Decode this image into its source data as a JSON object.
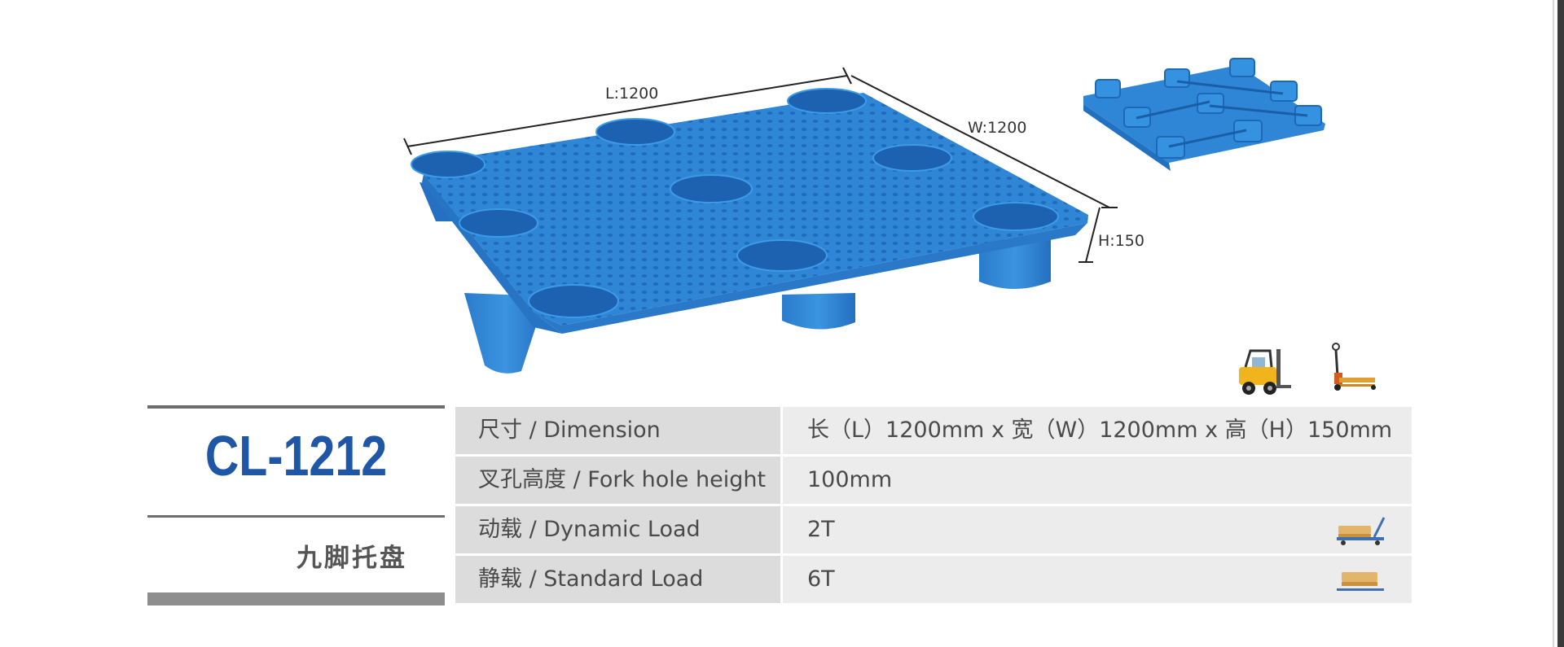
{
  "product": {
    "dimension_labels": {
      "length": "L:1200",
      "width": "W:1200",
      "height": "H:150"
    }
  },
  "model": {
    "code": "CL-1212",
    "name": "九脚托盘"
  },
  "specs": [
    {
      "label": "尺寸 / Dimension",
      "value": "长（L）1200mm x 宽（W）1200mm x 高（H）150mm",
      "icon": ""
    },
    {
      "label": "叉孔高度 / Fork hole height",
      "value": "100mm",
      "icon": ""
    },
    {
      "label": "动载 / Dynamic Load",
      "value": "2T",
      "icon": "dynamic-load-icon"
    },
    {
      "label": "静载 / Standard Load",
      "value": "6T",
      "icon": "static-load-icon"
    }
  ],
  "colors": {
    "accent": "#1f56a6",
    "pallet_blue": "#2f86d6",
    "row_label_bg": "#dcdcdc",
    "row_value_bg": "#ececec"
  },
  "equipment_icons": [
    "forklift-icon",
    "pallet-jack-icon"
  ]
}
